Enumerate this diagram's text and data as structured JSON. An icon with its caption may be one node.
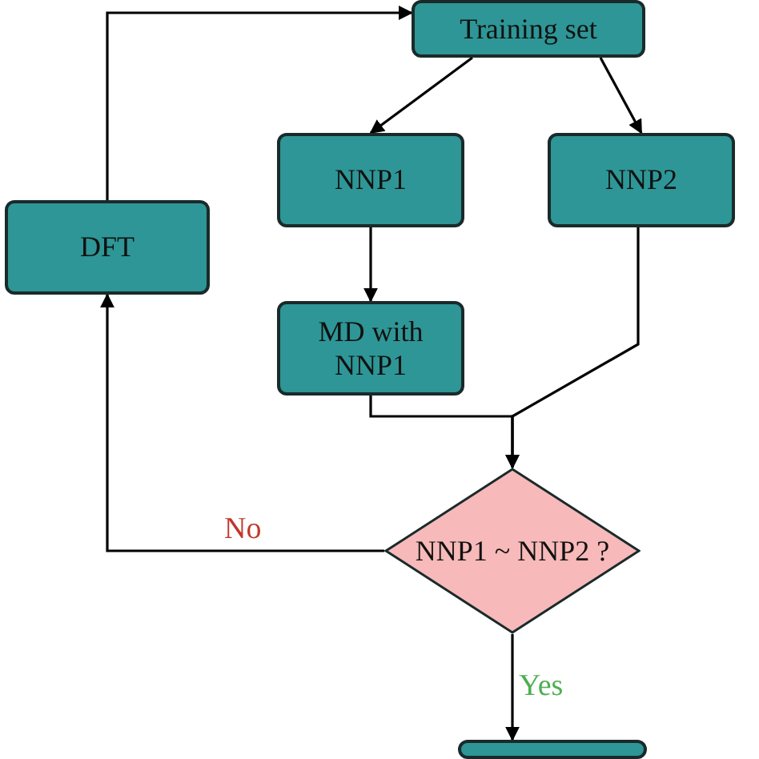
{
  "diagram": {
    "nodes": [
      {
        "text": [
          "Training set"
        ]
      },
      {
        "text": [
          "NNP1"
        ]
      },
      {
        "text": [
          "NNP2"
        ]
      },
      {
        "text": [
          "DFT"
        ]
      },
      {
        "text": [
          "MD with NNP1"
        ]
      },
      {
        "text": [
          "NNP1 ~ NNP2 ?"
        ]
      },
      {
        "text": [],
        "shape": "box"
      }
    ],
    "edges": [
      {
        "from": 3,
        "to": 0,
        "arrow": "to"
      },
      {
        "from": 0,
        "to": 1,
        "arrow": "to"
      },
      {
        "from": 0,
        "to": 2,
        "arrow": "to"
      },
      {
        "from": 1,
        "to": 4,
        "arrow": "to"
      },
      {
        "from": 4,
        "to": 5,
        "arrow": "to"
      },
      {
        "from": 2,
        "to": 5,
        "arrow": "to"
      },
      {
        "from": 5,
        "to": 3,
        "arrow": "to",
        "label": "No"
      },
      {
        "from": 5,
        "to": 6,
        "arrow": "to",
        "label": "Yes"
      }
    ]
  }
}
